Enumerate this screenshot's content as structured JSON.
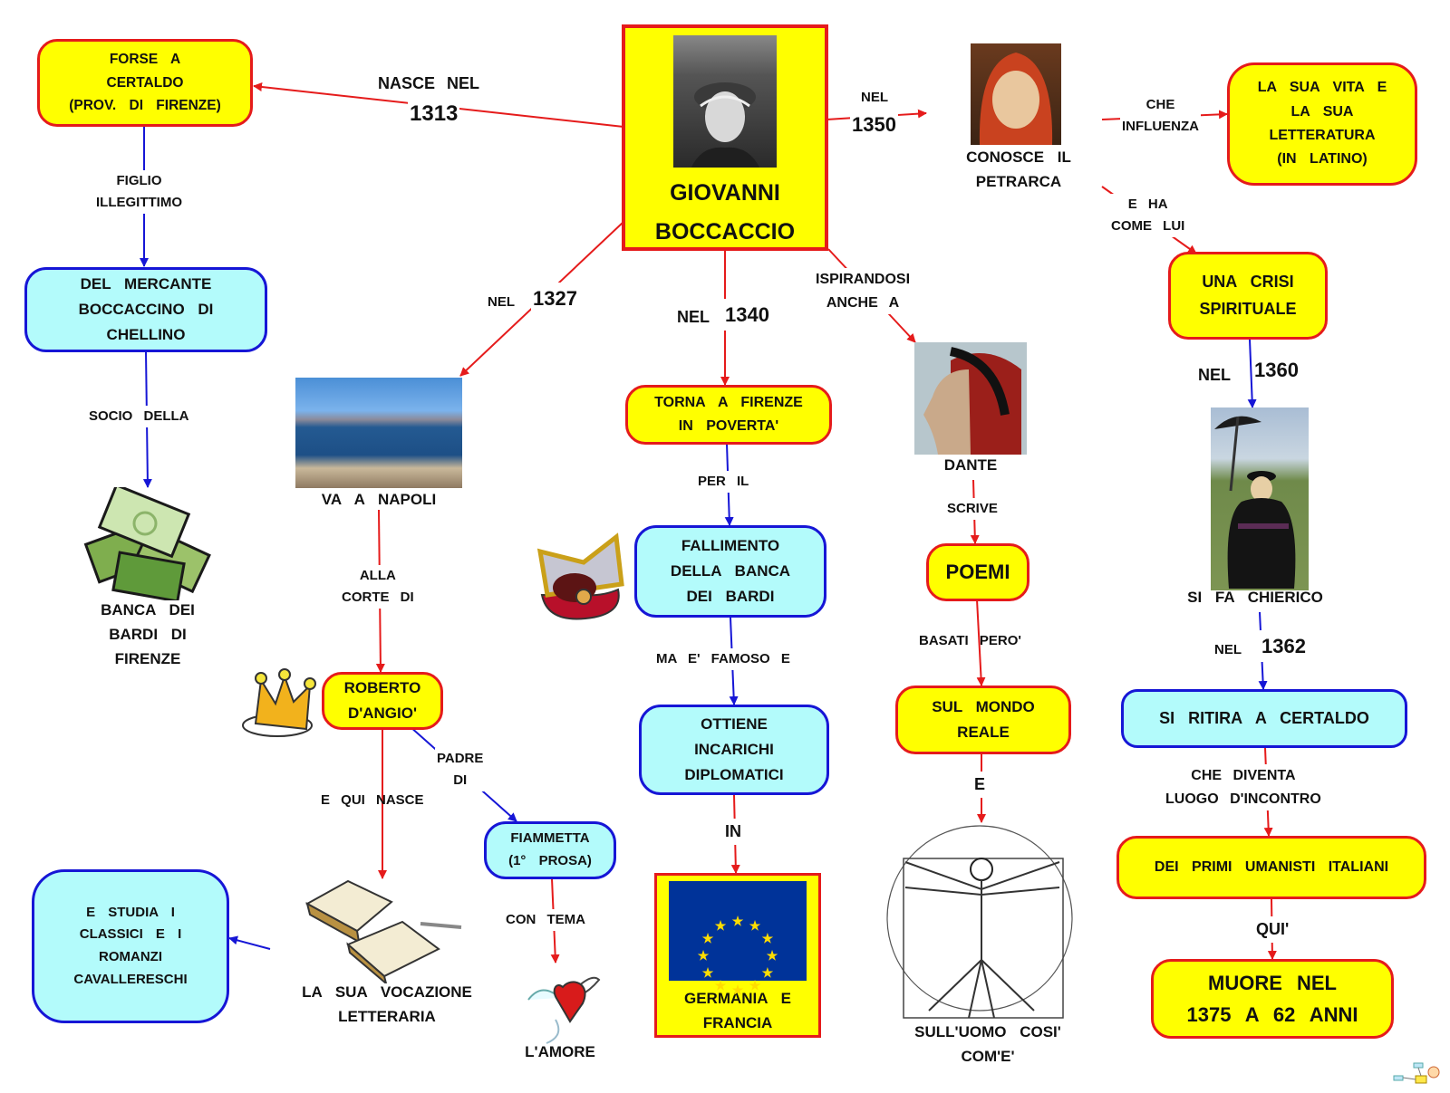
{
  "title": "GIOVANNI BOCCACCIO",
  "central": {
    "line1": "GIOVANNI",
    "line2": "BOCCACCIO",
    "icon": "boccaccio-portrait"
  },
  "colors": {
    "yellow_node": "#ffff00",
    "red_border": "#e51b1b",
    "cyan_node": "#b3fbfb",
    "blue_border": "#1616d6",
    "eu_blue": "#003399",
    "eu_star": "#ffdd00"
  },
  "nodes": {
    "certaldo": "FORSE   A\nCERTALDO\n(PROV.   DI   FIRENZE)",
    "mercante": "DEL    MERCANTE\nBOCCACCINO    DI\nCHELLINO",
    "banca": "BANCA   DEI\nBARDI   DI\nFIRENZE",
    "napoli": "VA  A   NAPOLI",
    "roberto": "ROBERTO\nD'ANGIO'",
    "fiammetta": "FIAMMETTA\n(1°   PROSA)",
    "amore": "L'AMORE",
    "vocazione": "LA   SUA    VOCAZIONE\nLETTERARIA",
    "classici": "E   STUDIA   I\nCLASSICI   E I\nROMANZI\nCAVALLERESCHI",
    "torna": "TORNA   A   FIRENZE\nIN   POVERTA'",
    "fallimento": "FALLIMENTO\nDELLA    BANCA\nDEI   BARDI",
    "incarichi": "OTTIENE\nINCARICHI\nDIPLOMATICI",
    "germania": "GERMANIA    E\nFRANCIA",
    "petrarca": "CONOSCE   IL\nPETRARCA",
    "vita": "LA  SUA   VITA  E\nLA  SUA\nLETTERATURA\n(IN   LATINO)",
    "crisi": "UNA   CRISI\nSPIRITUALE",
    "chierico": "SI  FA    CHIERICO",
    "ritira": "SI   RITIRA   A   CERTALDO",
    "umanisti": "DEI   PRIMI    UMANISTI    ITALIANI",
    "muore": "MUORE    NEL\n1375   A  62   ANNI",
    "dante": "DANTE",
    "poemi": "POEMI",
    "mondo": "SUL    MONDO\nREALE",
    "uomo": "SULL'UOMO      COSI'\nCOM'E'"
  },
  "links": {
    "nasce_nel": "NASCE    NEL",
    "y1313": "1313",
    "nel_1350": "NEL",
    "y1350": "1350",
    "nel_1327": "NEL",
    "y1327": "1327",
    "nel_1340": "NEL",
    "y1340": "1340",
    "ispirandosi": "ISPIRANDOSI\nANCHE   A",
    "figlio": "FIGLIO\nILLEGITTIMO",
    "socio": "SOCIO    DELLA",
    "alla_corte": "ALLA\nCORTE   DI",
    "padre_di": "PADRE\nDI",
    "e_qui_nasce": "E  QUI   NASCE",
    "con_tema": "CON    TEMA",
    "per_il": "PER   IL",
    "ma_famoso": "MA  E'   FAMOSO    E",
    "in": "IN",
    "scrive": "SCRIVE",
    "basati": "BASATI    PERO'",
    "e": "E",
    "che_influenza": "CHE\nINFLUENZA",
    "e_ha_come_lui": "E  HA\nCOME   LUI",
    "nel_1360": "NEL",
    "y1360": "1360",
    "nel_1362": "NEL",
    "y1362": "1362",
    "che_diventa": "CHE     DIVENTA\nLUOGO     D'INCONTRO",
    "qui": "QUI'"
  }
}
